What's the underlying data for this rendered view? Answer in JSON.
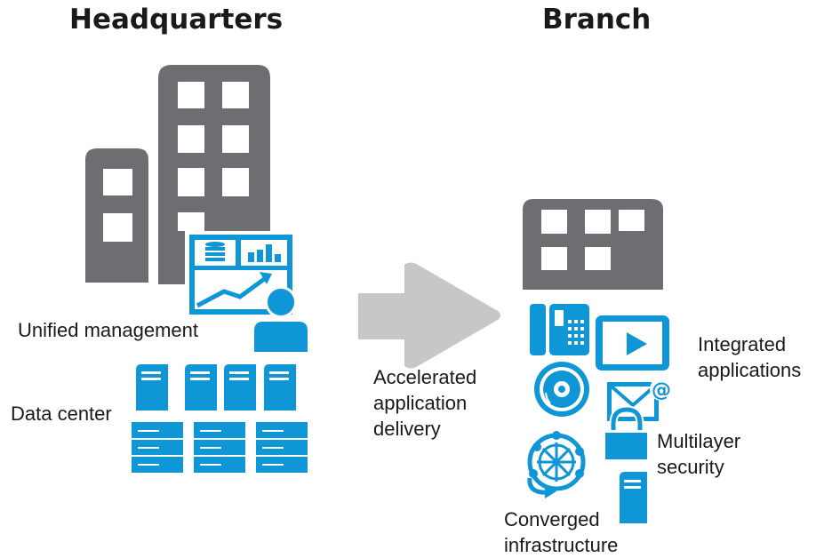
{
  "headings": {
    "headquarters": "Headquarters",
    "branch": "Branch"
  },
  "labels": {
    "unified_management": "Unified management",
    "data_center": "Data center",
    "accelerated_delivery": [
      "Accelerated",
      "application",
      "delivery"
    ],
    "integrated_applications": [
      "Integrated",
      "applications"
    ],
    "multilayer_security": [
      "Multilayer",
      "security"
    ],
    "converged_infrastructure": [
      "Converged",
      "infrastructure"
    ]
  },
  "colors": {
    "building_gray": "#6d6e71",
    "arrow_gray": "#c6c7c8",
    "accent_blue": "#0e96d6",
    "text": "#1a1a1a",
    "background": "#ffffff"
  },
  "icons": [
    "headquarters-building-icon",
    "dashboard-icon",
    "user-icon",
    "server-tower-icon",
    "server-rack-icon",
    "delivery-arrow-icon",
    "branch-building-icon",
    "ip-phone-icon",
    "video-player-icon",
    "disc-icon",
    "email-icon",
    "padlock-icon",
    "network-globe-icon",
    "server-icon"
  ]
}
